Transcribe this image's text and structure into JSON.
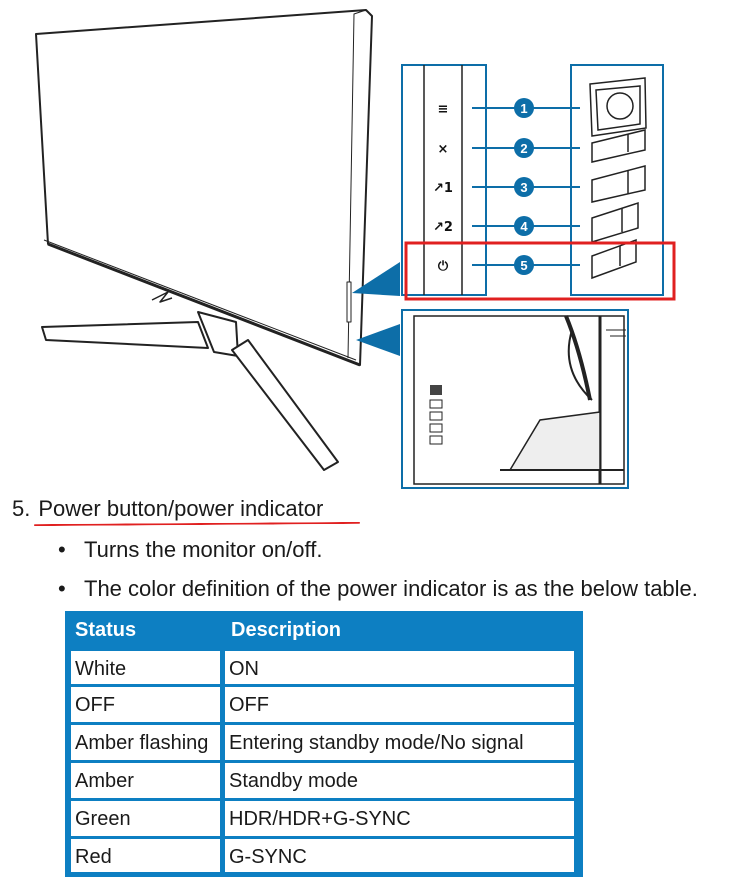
{
  "figure": {
    "callouts": [
      "1",
      "2",
      "3",
      "4",
      "5"
    ],
    "button_icons": [
      "menu-icon",
      "close-icon",
      "shortcut1-icon",
      "shortcut2-icon",
      "power-icon"
    ],
    "button_labels": [
      "≡",
      "×",
      "↗1",
      "↗2",
      "⏻"
    ],
    "highlight_color": "#e02020",
    "accent_color": "#0d6ea8"
  },
  "section": {
    "number": "5.",
    "title": "Power button/power indicator",
    "bullets": [
      "Turns the monitor on/off.",
      "The color definition of the power indicator is as the below table."
    ]
  },
  "table": {
    "header_color": "#0d7fc2",
    "headers": [
      "Status",
      "Description"
    ],
    "rows": [
      [
        "White",
        "ON"
      ],
      [
        "OFF",
        "OFF"
      ],
      [
        "Amber flashing",
        "Entering standby mode/No signal"
      ],
      [
        "Amber",
        "Standby mode"
      ],
      [
        "Green",
        "HDR/HDR+G-SYNC"
      ],
      [
        "Red",
        "G-SYNC"
      ]
    ]
  }
}
